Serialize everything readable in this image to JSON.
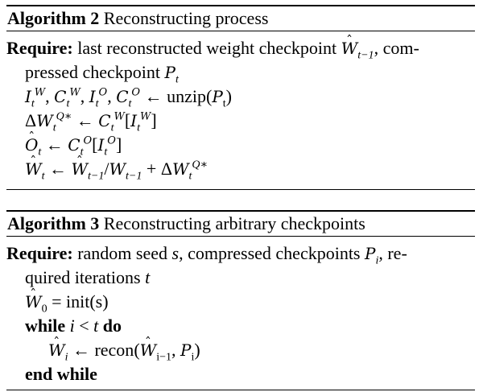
{
  "algorithm2": {
    "label": "Algorithm 2",
    "title": "Reconstructing process",
    "require_kw": "Require:",
    "require_text_1": "last reconstructed weight checkpoint",
    "require_text_2": ", com-",
    "require_text_3": "pressed checkpoint",
    "arrow": "←",
    "unzip_fn": "unzip",
    "lines": {
      "l3_text": "unzip(Pt)",
      "l6_op": "/",
      "l6_plus": "+"
    }
  },
  "algorithm3": {
    "label": "Algorithm 3",
    "title": "Reconstructing arbitrary checkpoints",
    "require_kw": "Require:",
    "require_text_1": "random seed",
    "require_text_2": ", compressed checkpoints",
    "require_text_3": ", re-",
    "require_text_4": "quired iterations",
    "init_fn": "init(s)",
    "while_kw": "while",
    "do_kw": "do",
    "recon_fn": "recon",
    "end_while_kw": "end while"
  }
}
